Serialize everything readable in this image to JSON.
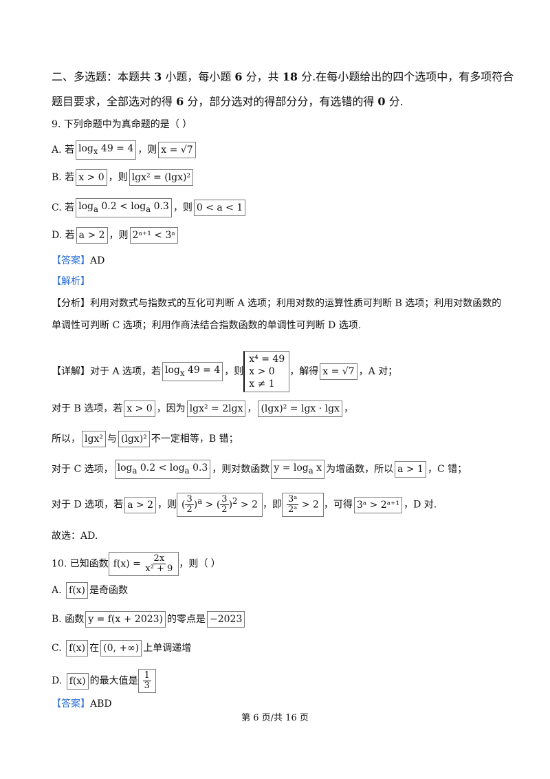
{
  "section": {
    "title_part1": "二、多选题：本题共 ",
    "count": "3",
    "title_part2": " 小题，每小题 ",
    "points": "6",
    "title_part3": " 分，共 ",
    "total": "18",
    "title_part4": " 分.在每小题给出的四个选项中，有多项符合",
    "line2_part1": "题目要求，全部选对的得 ",
    "full": "6",
    "line2_part2": " 分，部分选对的得部分分，有选错的得 ",
    "zero": "0",
    "line2_part3": " 分."
  },
  "q9": {
    "stem": "9. 下列命题中为真命题的是（        ）",
    "a_label": "A. 若",
    "a_cond": "log",
    "a_cond_sub": "x",
    "a_cond_rest": " 49 = 4",
    "a_then": "，则",
    "a_res": "x = √7",
    "b_label": "B. 若",
    "b_cond": "x > 0",
    "b_then": "，则",
    "b_res": "lgx² = (lgx)²",
    "c_label": "C. 若",
    "c_cond": "log",
    "c_cond_sub": "a",
    "c_cond_mid": " 0.2 < log",
    "c_cond_sub2": "a",
    "c_cond_rest": " 0.3",
    "c_then": "，则",
    "c_res": "0 < a < 1",
    "d_label": "D. 若",
    "d_cond": "a > 2",
    "d_then": "，则",
    "d_res": "2ᵃ⁺¹ < 3ᵃ",
    "answer_tag": "【答案】",
    "answer": "AD",
    "analysis_tag": "【解析】",
    "fenxi_tag": "【分析】",
    "fenxi_1": "利用对数式与指数式的互化可判断 A 选项；利用对数的运算性质可判断 B 选项；利用对数函数的",
    "fenxi_2": "单调性可判断 C 选项；利用作商法结合指数函数的单调性可判断 D 选项.",
    "detail_tag": "【详解】",
    "detail_a1": "对于 A 选项，若",
    "detail_a_cond": "log",
    "detail_a_sub": "x",
    "detail_a_rest": " 49 = 4",
    "detail_a2": "，则",
    "detail_a_sys1": "x⁴ = 49",
    "detail_a_sys2": "x > 0",
    "detail_a_sys3": "x ≠ 1",
    "detail_a3": "，解得",
    "detail_a_res": "x = √7",
    "detail_a4": "，A 对；",
    "detail_b1": "对于 B 选项，若",
    "detail_b_cond": "x > 0",
    "detail_b2": "，因为",
    "detail_b_eq1": "lgx² = 2lgx",
    "detail_b3": "，",
    "detail_b_eq2": "(lgx)² = lgx · lgx",
    "detail_b4": "，",
    "detail_b5": "所以，",
    "detail_b_e1": "lgx²",
    "detail_b6": "与",
    "detail_b_e2": "(lgx)²",
    "detail_b7": "不一定相等，B 错；",
    "detail_c1": "对于 C 选项，",
    "detail_c_cond": "log",
    "detail_c_sub": "a",
    "detail_c_mid": " 0.2 < log",
    "detail_c_sub2": "a",
    "detail_c_rest": " 0.3",
    "detail_c2": "，则对数函数",
    "detail_c_fn": "y = log",
    "detail_c_fn_sub": "a",
    "detail_c_fn_rest": " x",
    "detail_c3": "为增函数，所以",
    "detail_c_res": "a > 1",
    "detail_c4": "，C 错；",
    "detail_d1": "对于 D 选项，若",
    "detail_d_cond": "a > 2",
    "detail_d2": "，则",
    "detail_d_num": "3",
    "detail_d_den": "2",
    "detail_d_exp1": "a",
    "detail_d_exp2": "2",
    "detail_d_gt": " > ",
    "detail_d_gt2": " > 2",
    "detail_d3": "，即",
    "detail_d_num2": "3ᵃ",
    "detail_d_den2": "2ᵃ",
    "detail_d_gt3": " > 2",
    "detail_d4": "，可得",
    "detail_d_res": "3ᵃ > 2ᵃ⁺¹",
    "detail_d5": "，D 对.",
    "conclusion": "故选：AD."
  },
  "q10": {
    "stem1": "10. 已知函数",
    "fn_lhs": "f(x) = ",
    "fn_num": "2x",
    "fn_den": "x² + 9",
    "stem2": "，则（        ）",
    "a_label": "A. ",
    "a_fn": "f(x)",
    "a_text": "是奇函数",
    "b_label": "B. 函数",
    "b_fn": "y = f(x + 2023)",
    "b_text": "的零点是",
    "b_val": "−2023",
    "c_label": "C. ",
    "c_fn": "f(x)",
    "c_text1": "在",
    "c_int": "(0, +∞)",
    "c_text2": "上单调递增",
    "d_label": "D. ",
    "d_fn": "f(x)",
    "d_text": "的最大值是",
    "d_num": "1",
    "d_den": "3",
    "answer_tag": "【答案】",
    "answer": "ABD"
  },
  "footer": {
    "page": "第 6 页/共 16 页"
  },
  "colors": {
    "tag": "#2a6fd6",
    "text": "#111111"
  }
}
